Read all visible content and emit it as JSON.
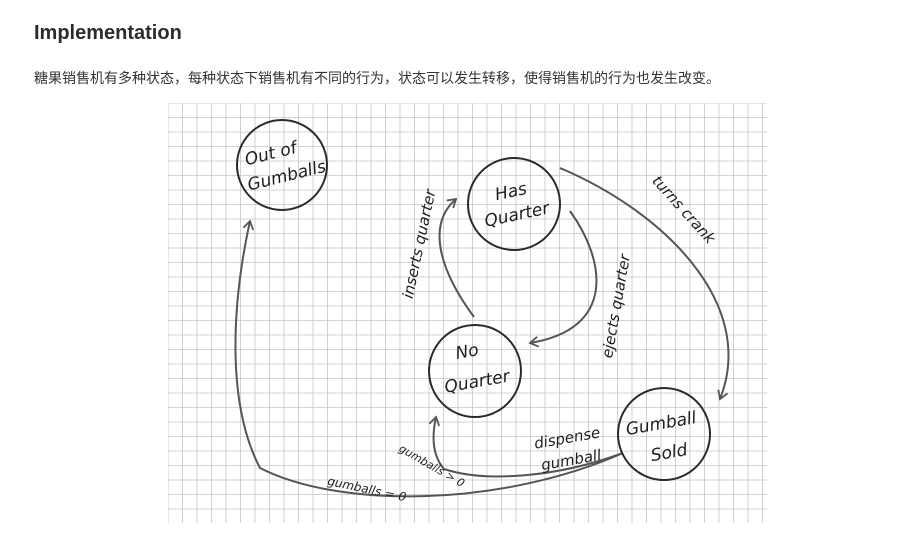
{
  "section": {
    "title": "Implementation",
    "description": "糖果销售机有多种状态，每种状态下销售机有不同的行为，状态可以发生转移，使得销售机的行为也发生改变。"
  },
  "diagram": {
    "grid_color": "#c4c4c4",
    "ink_color": "#2a2a2a",
    "arrow_color": "#555555",
    "states": {
      "out_of_gumballs": {
        "line1": "Out of",
        "line2": "Gumballs"
      },
      "has_quarter": {
        "line1": "Has",
        "line2": "Quarter"
      },
      "no_quarter": {
        "line1": "No",
        "line2": "Quarter"
      },
      "gumball_sold": {
        "line1": "Gumball",
        "line2": "Sold"
      }
    },
    "transitions": {
      "inserts_quarter": "inserts quarter",
      "ejects_quarter": "ejects quarter",
      "turns_crank": "turns crank",
      "dispense_line1": "dispense",
      "dispense_line2": "gumball",
      "gumballs_gt_0": "gumballs > 0",
      "gumballs_eq_0": "gumballs = 0"
    }
  }
}
